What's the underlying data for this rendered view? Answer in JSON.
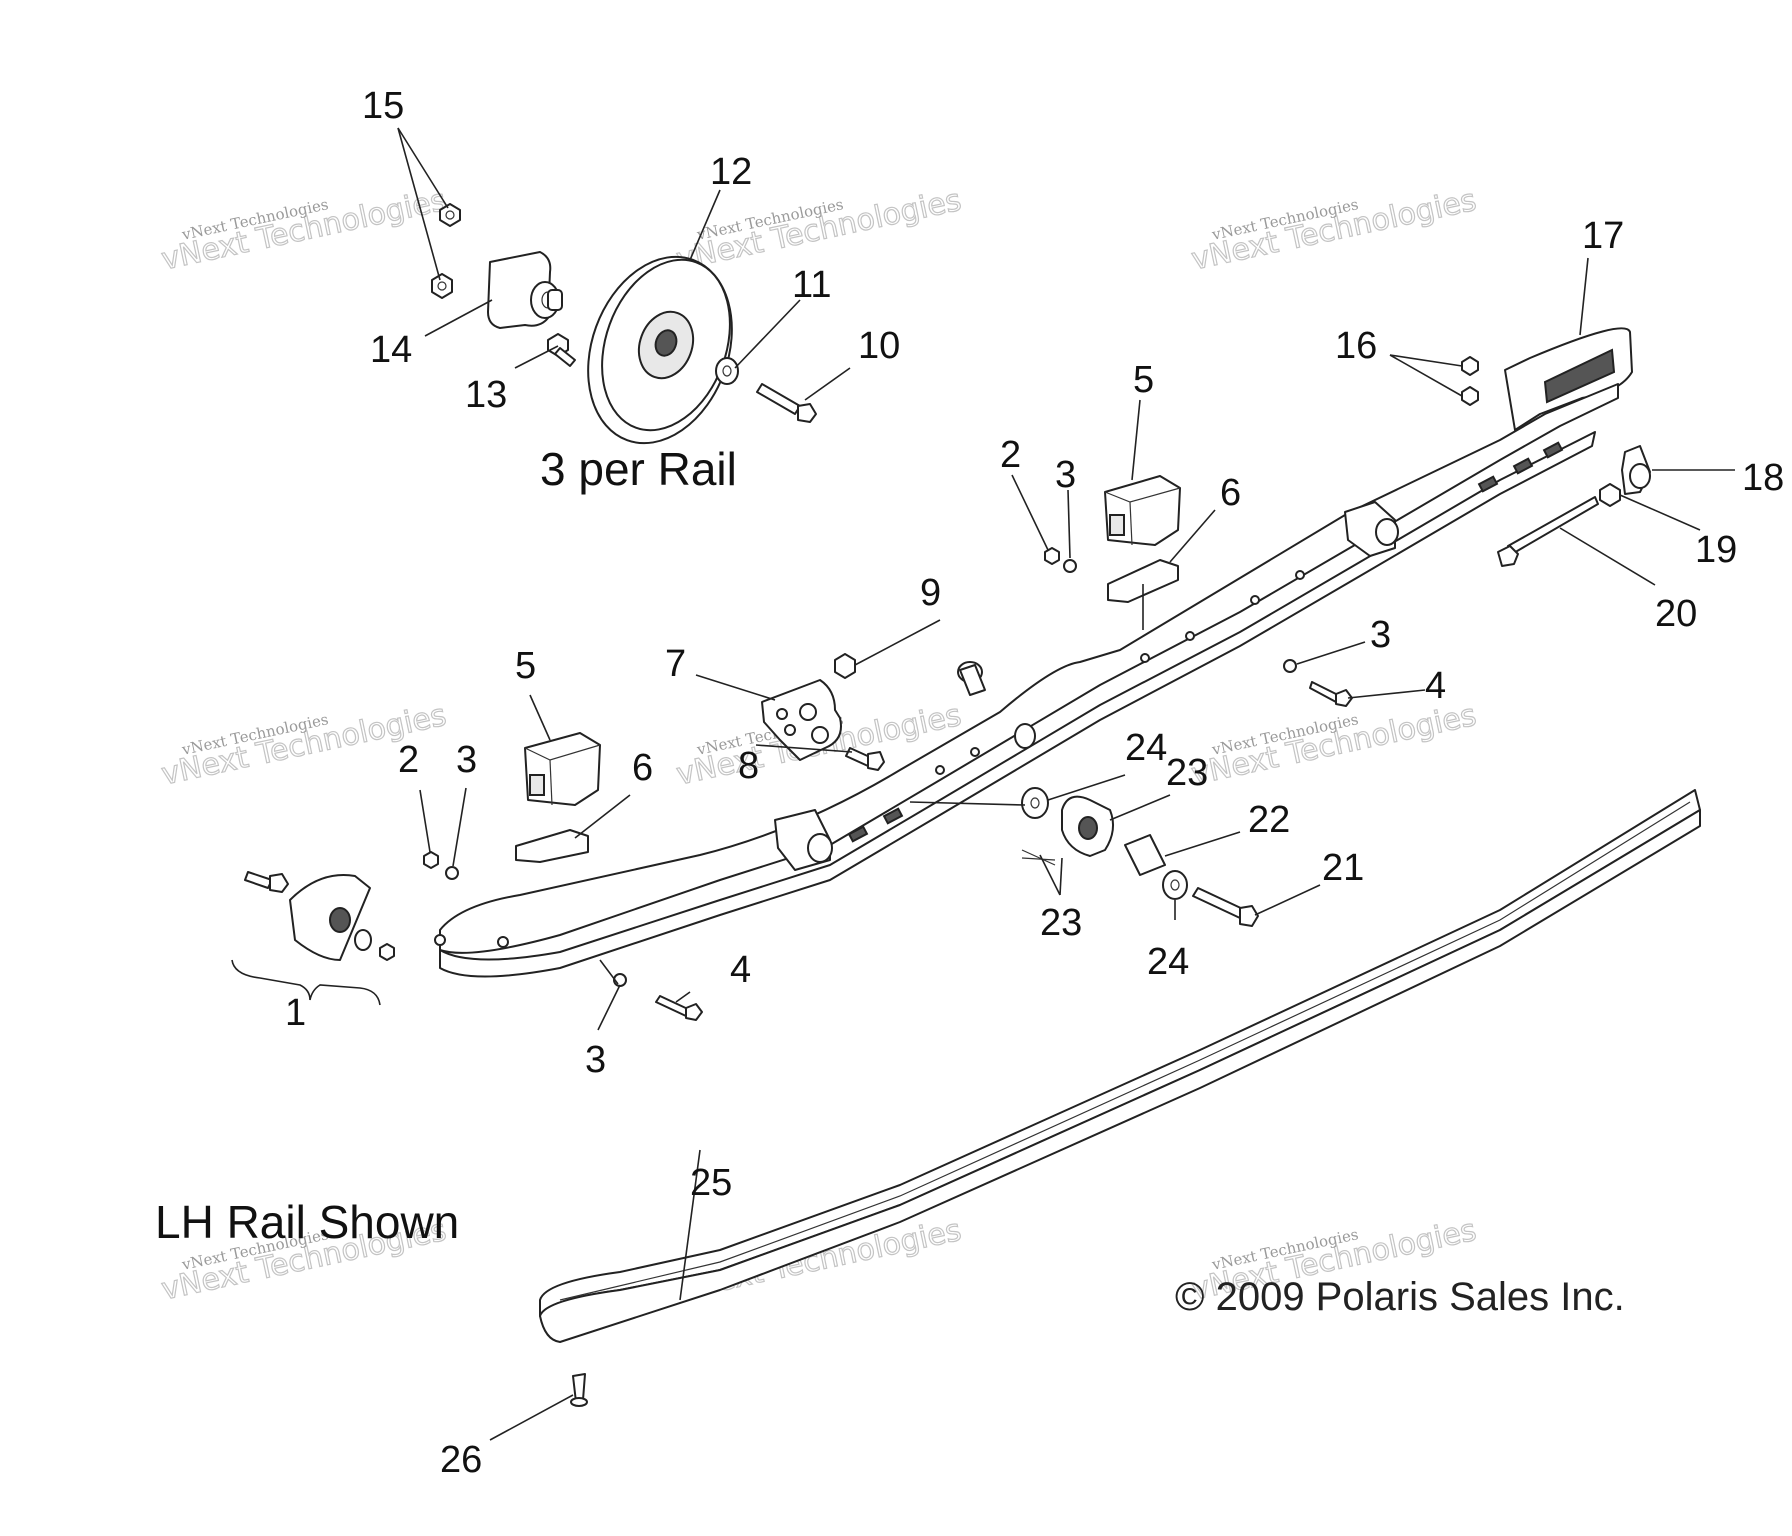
{
  "captions": {
    "per_rail": "3 per Rail",
    "rail_side": "LH Rail Shown",
    "copyright": "© 2009 Polaris Sales Inc."
  },
  "watermark": {
    "line1": "vNext Technologies",
    "line2": "vNext Technologies"
  },
  "callouts": [
    "1",
    "2",
    "3",
    "4",
    "5",
    "6",
    "7",
    "8",
    "9",
    "10",
    "11",
    "12",
    "13",
    "14",
    "15",
    "16",
    "17",
    "18",
    "19",
    "20",
    "21",
    "22",
    "23",
    "24",
    "25",
    "26"
  ]
}
